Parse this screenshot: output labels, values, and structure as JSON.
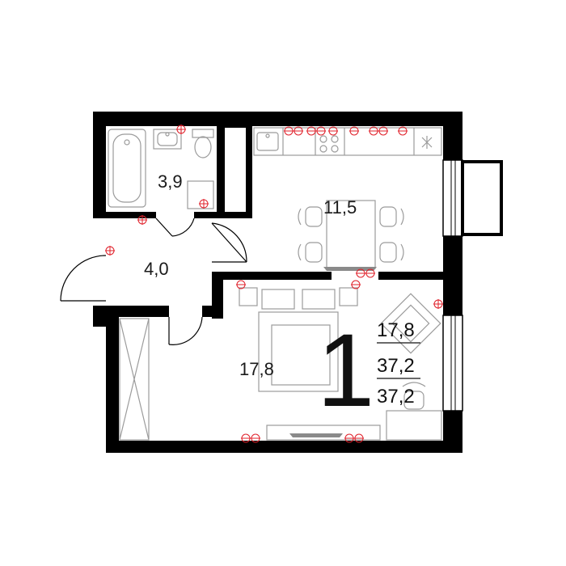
{
  "rooms": [
    {
      "id": "bathroom",
      "area": "3,9"
    },
    {
      "id": "hallway",
      "area": "4,0"
    },
    {
      "id": "kitchen",
      "area": "11,5"
    },
    {
      "id": "bedroom",
      "area": "17,8"
    }
  ],
  "room_count": "1",
  "summary": {
    "living_area": "17,8",
    "total_area": "37,2",
    "total_area_2": "37,2"
  },
  "colors": {
    "wall": "#000000",
    "furniture": "#9b9b9b",
    "socket": "#e0202a"
  }
}
